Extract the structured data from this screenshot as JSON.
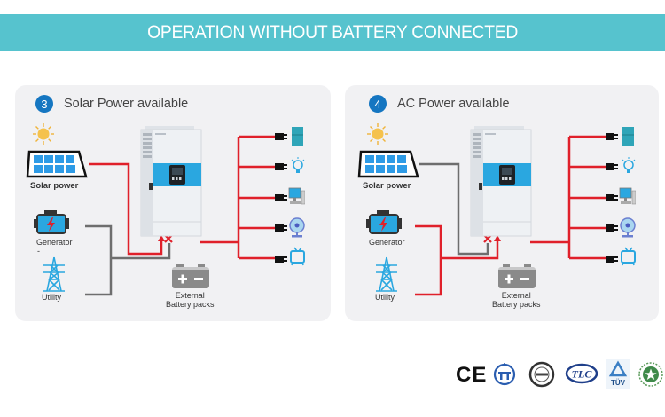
{
  "banner": {
    "title": "OPERATION WITHOUT BATTERY CONNECTED"
  },
  "colors": {
    "banner": "#56c3ce",
    "active_wire": "#e0202a",
    "inactive_wire": "#6e6e6e",
    "badge": "#1576c1",
    "inverter_accent": "#2aa7e0"
  },
  "panels": [
    {
      "number": "3",
      "title": "Solar Power available",
      "sources": {
        "solar": "Solar power",
        "generator": "Generator",
        "utility": "Utility",
        "separator": "-"
      },
      "battery": {
        "line1": "External",
        "line2": "Battery packs"
      },
      "active_source": "solar",
      "battery_status": "disconnected",
      "loads": [
        "refrigerator",
        "light-bulb",
        "computer",
        "fan",
        "television"
      ]
    },
    {
      "number": "4",
      "title": "AC Power available",
      "sources": {
        "solar": "Solar power",
        "generator": "Generator",
        "utility": "Utility"
      },
      "battery": {
        "line1": "External",
        "line2": "Battery packs"
      },
      "active_source": "ac",
      "battery_status": "disconnected",
      "loads": [
        "refrigerator",
        "light-bulb",
        "computer",
        "fan",
        "television"
      ]
    }
  ],
  "certifications": [
    "CE",
    "CCC",
    "ISO",
    "TLC",
    "TÜV",
    "CQC"
  ]
}
